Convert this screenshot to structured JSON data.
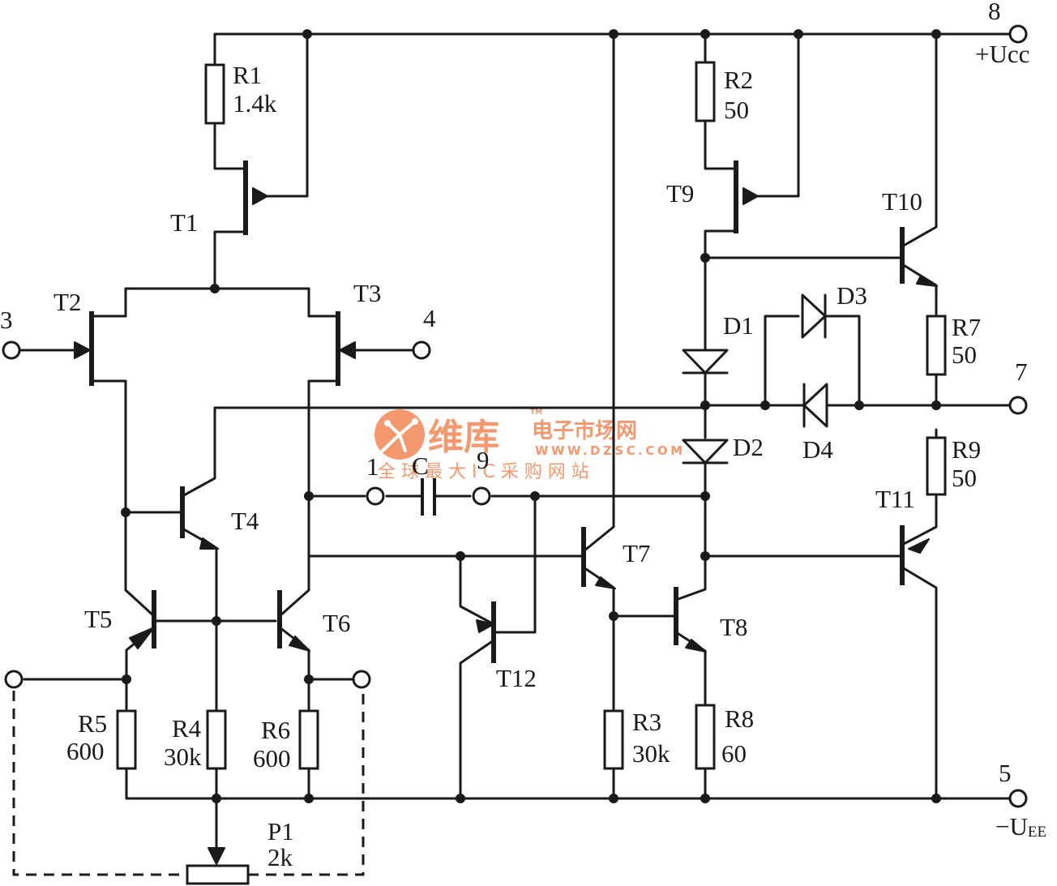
{
  "pins": {
    "p8": "8",
    "p8_name": "+Ucc",
    "p7": "7",
    "p5": "5",
    "p5_name": "−U",
    "p5_sub": "EE",
    "p3": "3",
    "p4": "4",
    "p1": "1",
    "p9": "9"
  },
  "transistors": [
    "T1",
    "T2",
    "T3",
    "T4",
    "T5",
    "T6",
    "T7",
    "T8",
    "T9",
    "T10",
    "T11",
    "T12"
  ],
  "resistors": {
    "r1": {
      "name": "R1",
      "value": "1.4k"
    },
    "r2": {
      "name": "R2",
      "value": "50"
    },
    "r3": {
      "name": "R3",
      "value": "30k"
    },
    "r4": {
      "name": "R4",
      "value": "30k"
    },
    "r5": {
      "name": "R5",
      "value": "600"
    },
    "r6": {
      "name": "R6",
      "value": "600"
    },
    "r7": {
      "name": "R7",
      "value": "50"
    },
    "r8": {
      "name": "R8",
      "value": "60"
    },
    "r9": {
      "name": "R9",
      "value": "50"
    }
  },
  "diodes": [
    "D1",
    "D2",
    "D3",
    "D4"
  ],
  "capacitor": "C",
  "potentiometer": {
    "name": "P1",
    "value": "2k"
  },
  "watermark": {
    "brand": "维库",
    "site_title": "电子市场网",
    "url": "WWW.DZSC.COM",
    "tm": "TM",
    "slogan": "全 球 最 大 I C 采 购 网 站",
    "color": "#f28a5c"
  }
}
